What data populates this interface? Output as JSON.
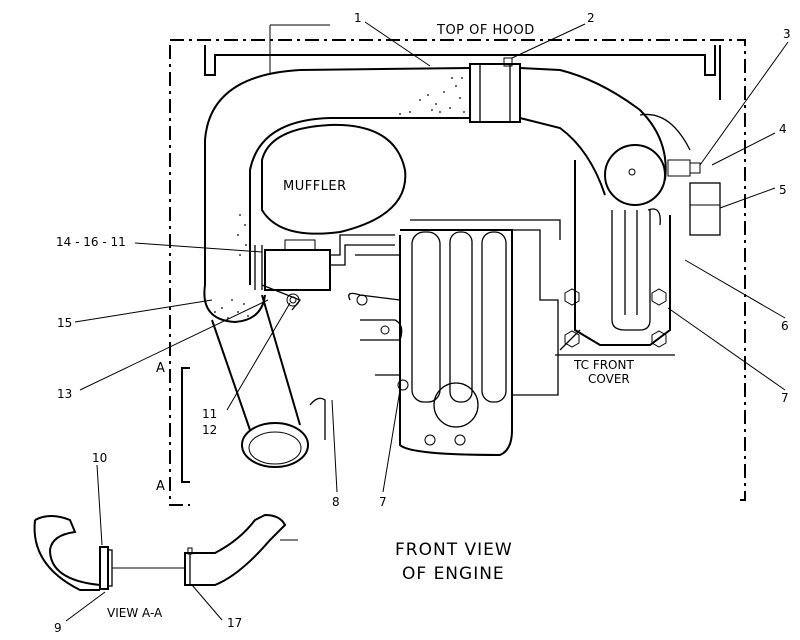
{
  "labels": {
    "top_of_hood": "TOP OF HOOD",
    "muffler": "MUFFLER",
    "tc_front_cover_line1": "TC FRONT",
    "tc_front_cover_line2": "COVER",
    "front_view_line1": "FRONT VIEW",
    "front_view_line2": "OF ENGINE",
    "view_aa": "VIEW A-A",
    "section_a_top": "A",
    "section_a_bottom": "A"
  },
  "callouts": {
    "c1": "1",
    "c2": "2",
    "c3": "3",
    "c4": "4",
    "c5": "5",
    "c6": "6",
    "c7_right": "7",
    "c7_bottom": "7",
    "c8": "8",
    "c9": "9",
    "c10": "10",
    "c11_12_a": "11",
    "c11_12_b": "12",
    "c13": "13",
    "c14_16_11": "14 - 16 - 11",
    "c15": "15",
    "c17": "17"
  }
}
